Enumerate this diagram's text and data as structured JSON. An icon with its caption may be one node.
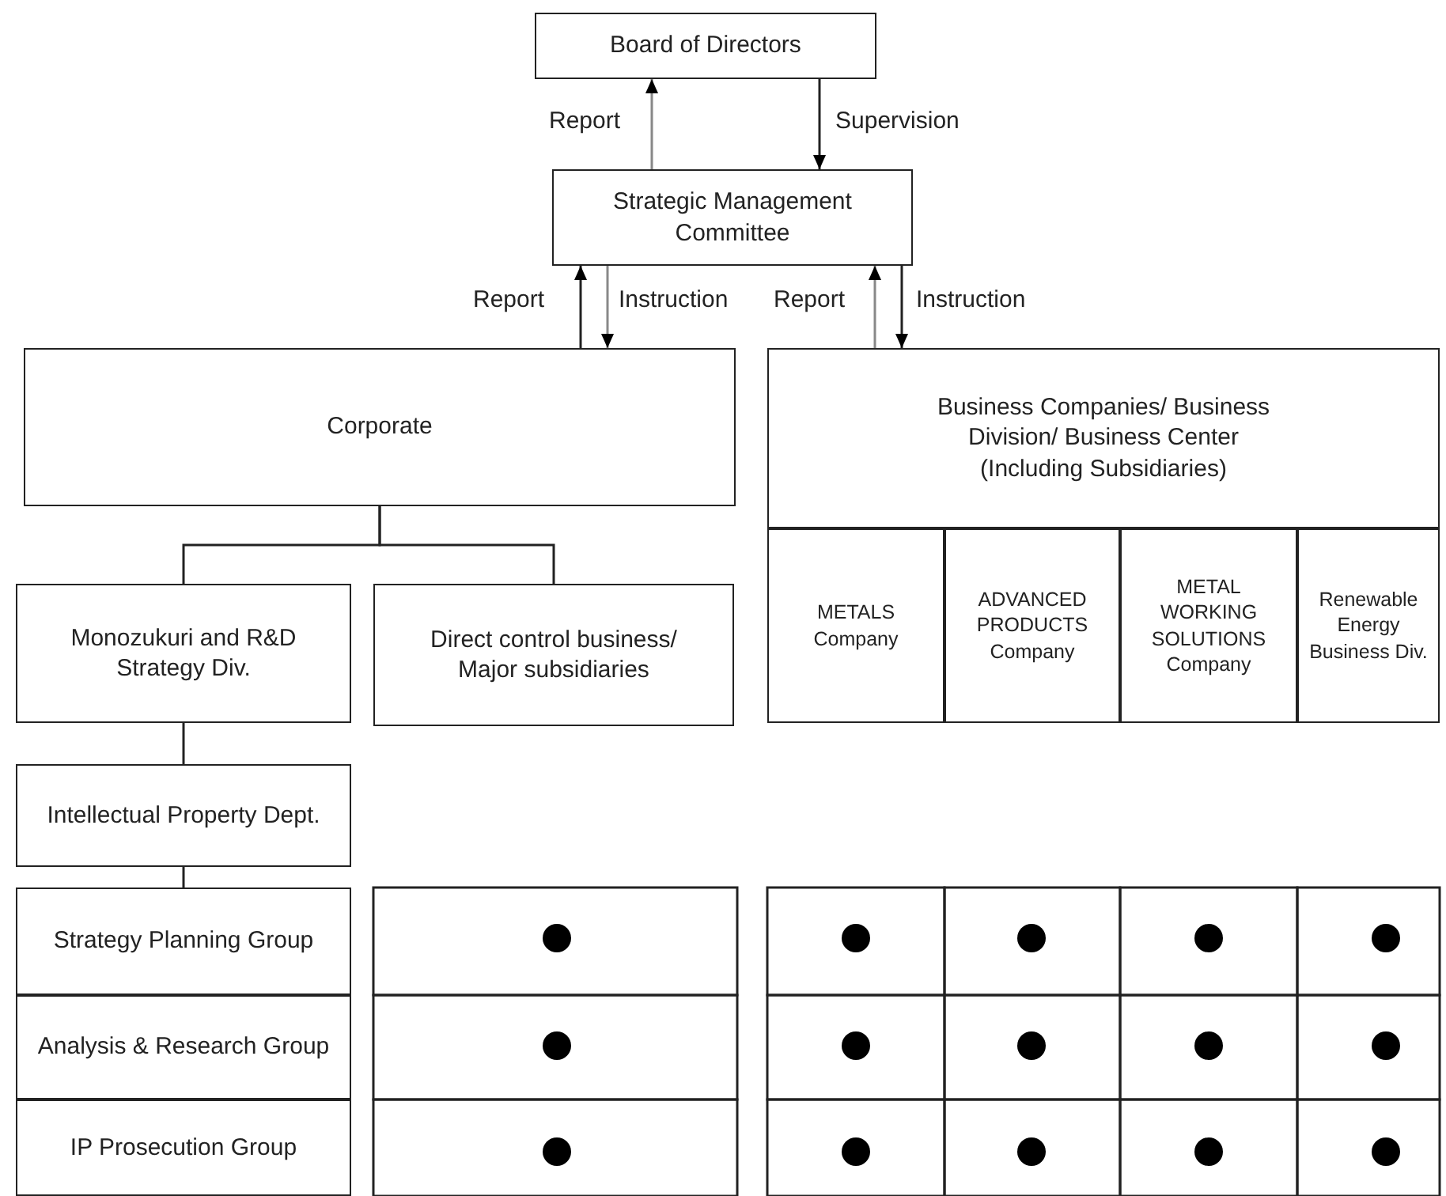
{
  "diagram": {
    "nodes": [
      {
        "text": [
          "Board of Directors"
        ]
      },
      {
        "text": [
          "Strategic Management Committee"
        ]
      },
      {
        "text": [
          "Corporate"
        ]
      },
      {
        "text": [
          "Business Companies/ Business Division/ Business Center (Including Subsidiaries)"
        ]
      },
      {
        "text": [
          "Monozukuri and R&D Strategy Div."
        ]
      },
      {
        "text": [
          "Direct control business/ Major subsidiaries"
        ]
      },
      {
        "text": [
          "METALS Company"
        ]
      },
      {
        "text": [
          "ADVANCED PRODUCTS Company"
        ]
      },
      {
        "text": [
          "METAL WORKING SOLUTIONS Company"
        ]
      },
      {
        "text": [
          "Renewable Energy Business Div."
        ]
      },
      {
        "text": [
          "Intellectual Property Dept."
        ]
      },
      {
        "text": [
          "Strategy Planning Group"
        ]
      },
      {
        "text": [],
        "shape": "circle"
      },
      {
        "text": [],
        "shape": "circle"
      },
      {
        "text": [],
        "shape": "circle"
      },
      {
        "text": [],
        "shape": "circle"
      },
      {
        "text": [],
        "shape": "circle"
      },
      {
        "text": [
          "Analysis & Research Group"
        ]
      },
      {
        "text": [],
        "shape": "circle"
      },
      {
        "text": [],
        "shape": "circle"
      },
      {
        "text": [],
        "shape": "circle"
      },
      {
        "text": [],
        "shape": "circle"
      },
      {
        "text": [],
        "shape": "circle"
      },
      {
        "text": [
          "IP Prosecution Group"
        ]
      },
      {
        "text": [],
        "shape": "circle"
      },
      {
        "text": [],
        "shape": "circle"
      },
      {
        "text": [],
        "shape": "circle"
      },
      {
        "text": [],
        "shape": "circle"
      },
      {
        "text": [],
        "shape": "circle"
      }
    ],
    "edges": [
      {
        "from": 1,
        "to": 0,
        "arrow": "to",
        "label": "Report",
        "color": "#888888"
      },
      {
        "from": 0,
        "to": 1,
        "arrow": "to",
        "label": "Supervision"
      },
      {
        "from": 2,
        "to": 1,
        "arrow": "to",
        "label": "Report"
      },
      {
        "from": 1,
        "to": 2,
        "arrow": "to",
        "label": "Instruction",
        "color": "#888888"
      },
      {
        "from": 3,
        "to": 1,
        "arrow": "to",
        "label": "Report",
        "color": "#888888"
      },
      {
        "from": 1,
        "to": 3,
        "arrow": "to",
        "label": "Instruction"
      },
      {
        "from": 2,
        "to": 4,
        "arrow": "none"
      },
      {
        "from": 2,
        "to": 5,
        "arrow": "none"
      },
      {
        "from": 4,
        "to": 10,
        "arrow": "none"
      },
      {
        "from": 10,
        "to": 11,
        "arrow": "none"
      }
    ]
  }
}
